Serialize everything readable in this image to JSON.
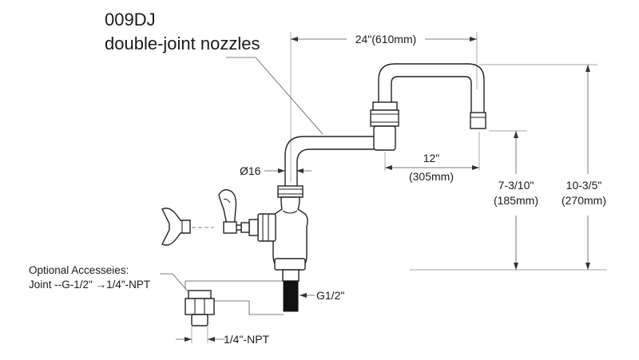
{
  "title": {
    "model": "009DJ",
    "description": "double-joint nozzles"
  },
  "dimensions": {
    "spout_length": "24\"(610mm)",
    "reach_inch": "12\"",
    "reach_mm": "(305mm)",
    "pipe_diameter": "Ø16",
    "spout_height_inch": "7-3/10\"",
    "spout_height_mm": "(185mm)",
    "total_height_inch": "10-3/5\"",
    "total_height_mm": "(270mm)",
    "inlet_thread": "G1/2\"",
    "joint_thread": "1/4\"-NPT"
  },
  "accessories": {
    "heading": "Optional Accesseies:",
    "joint": "Joint --G-1/2\"  →1/4\"-NPT"
  }
}
